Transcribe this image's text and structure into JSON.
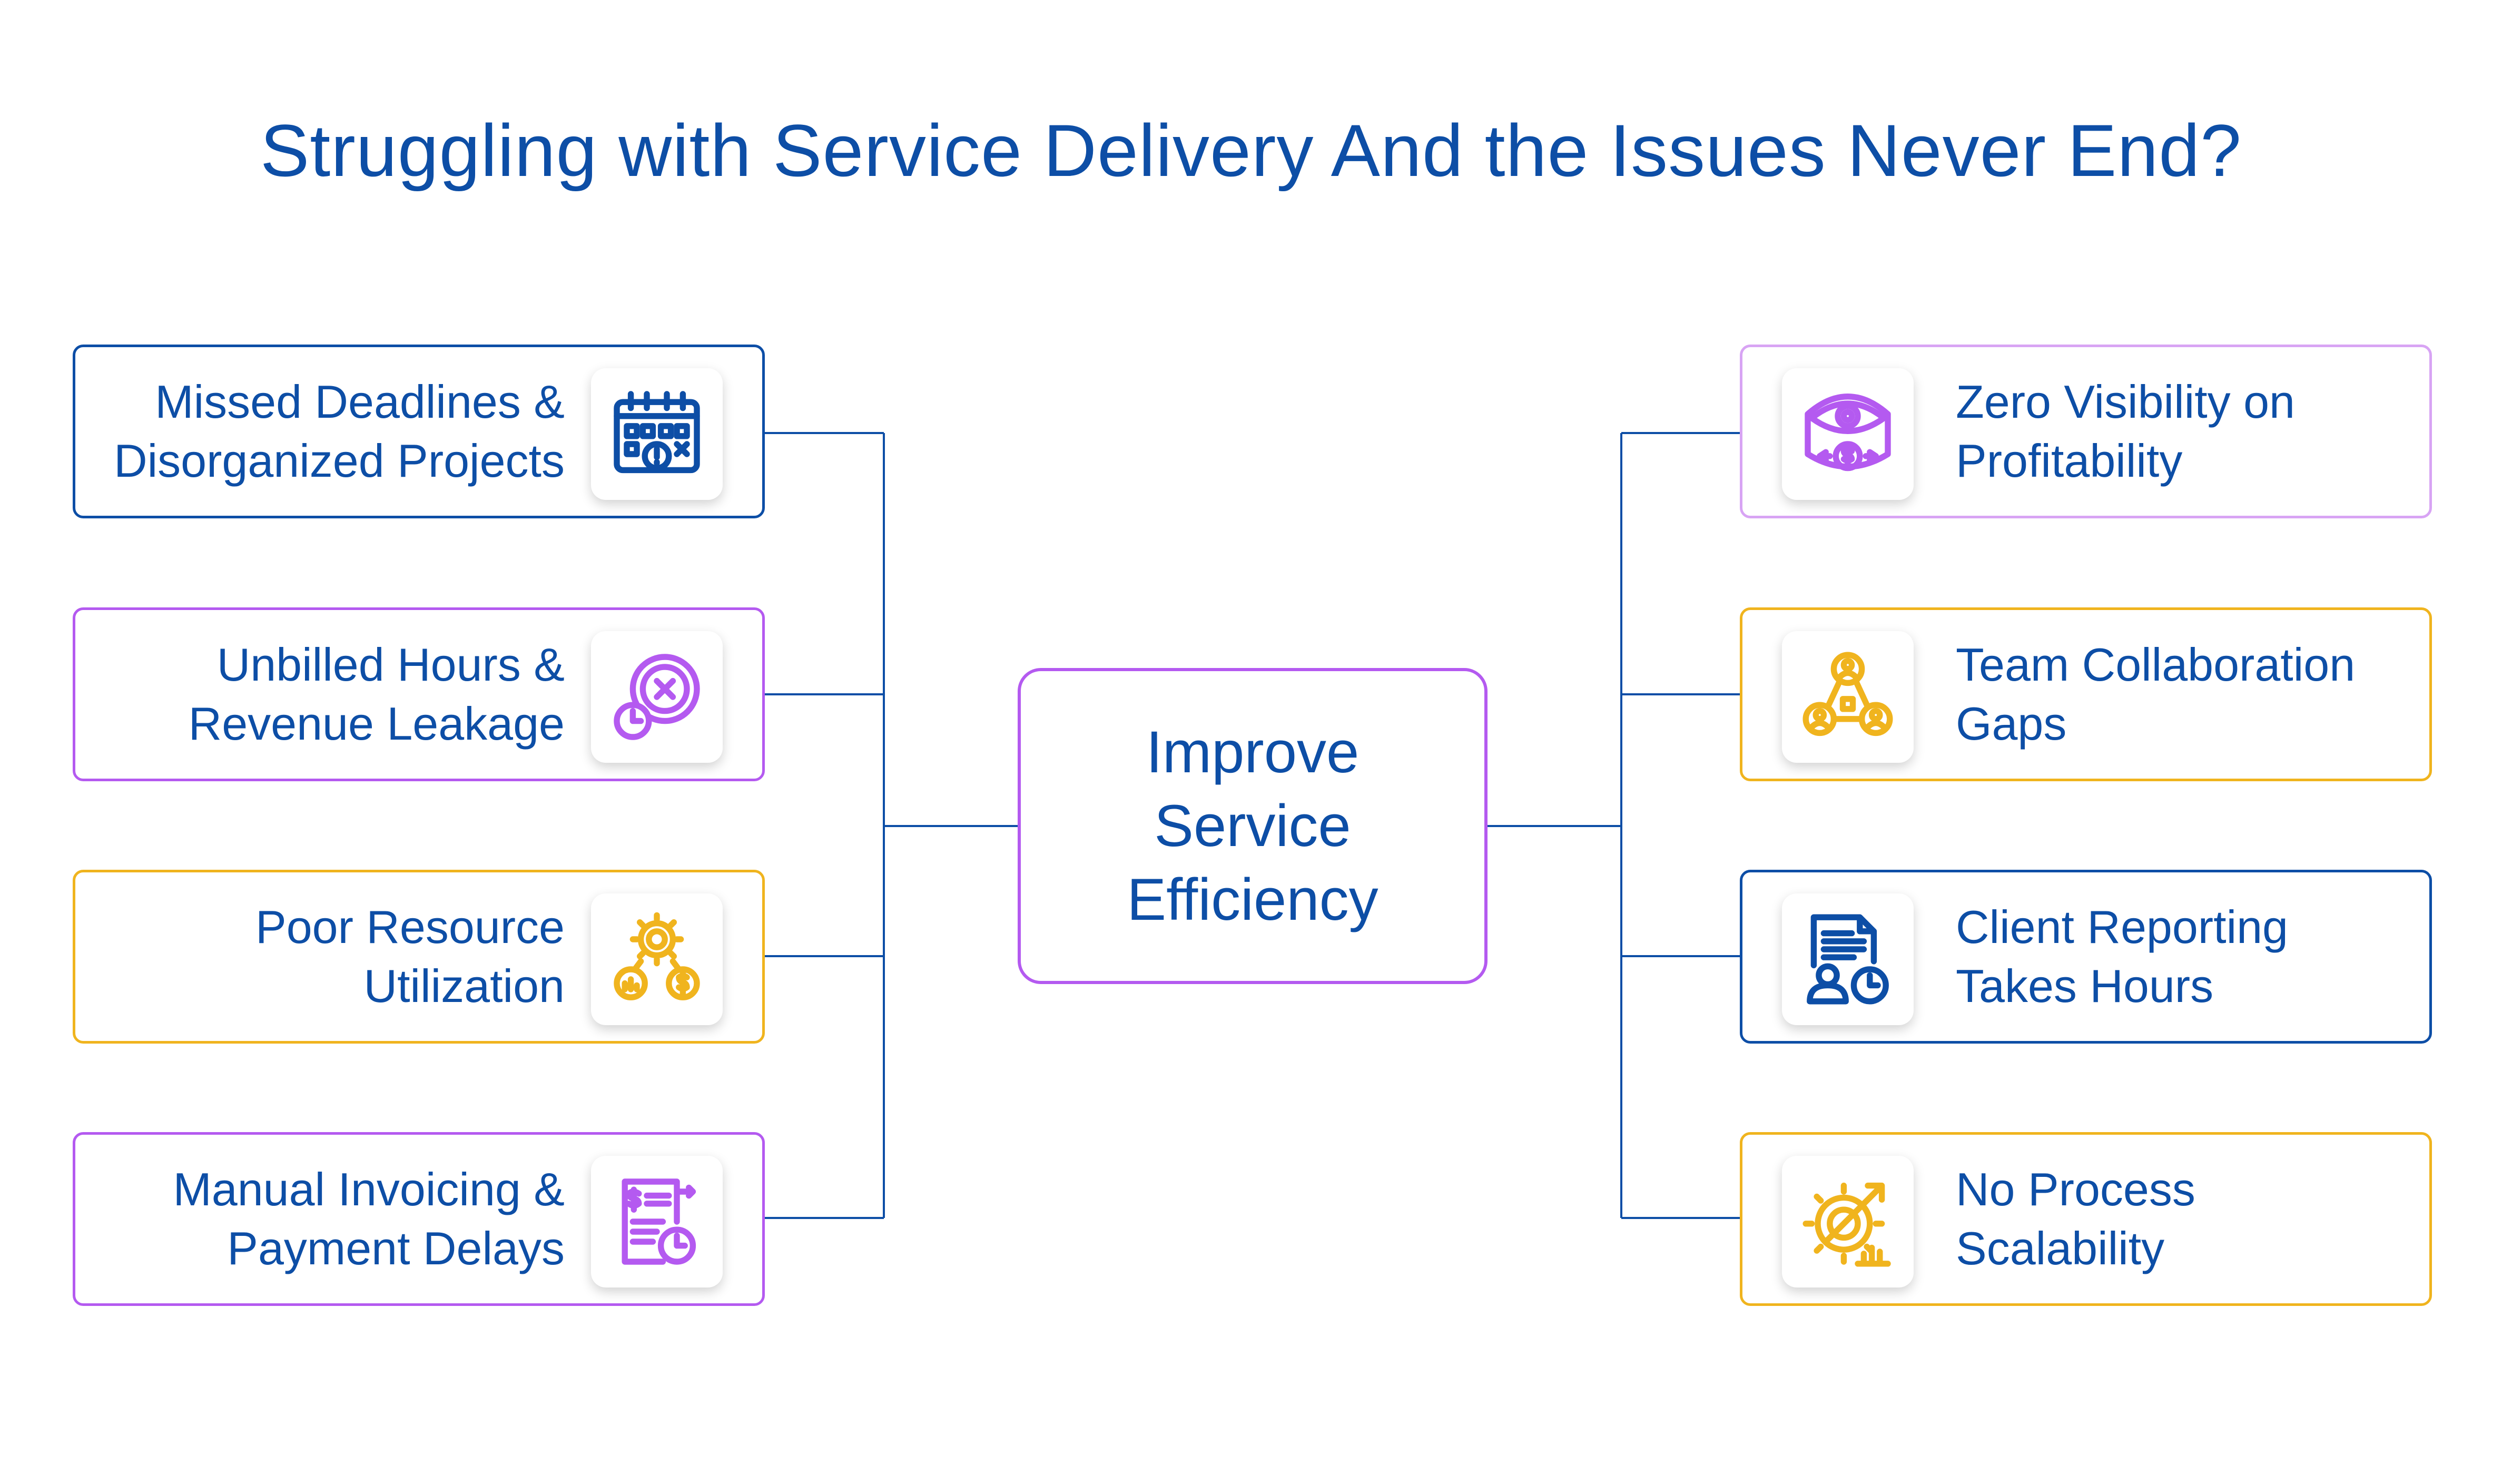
{
  "title": "Struggling with Service Delivery And the Issues Never End?",
  "center": {
    "lines": [
      "Improve",
      "Service",
      "Efficiency"
    ]
  },
  "colors": {
    "text": "#0d4ea6",
    "connector": "#0d4ea6",
    "purple": "#b45af0",
    "yellow": "#f0b41e",
    "blue": "#0d4ea6"
  },
  "left_items": [
    {
      "lines": [
        "Missed Deadlines &",
        "Disorganized Projects"
      ],
      "icon": "calendar-alert-icon",
      "border": "blue"
    },
    {
      "lines": [
        "Unbilled Hours &",
        "Revenue Leakage"
      ],
      "icon": "revenue-leakage-clock-icon",
      "border": "purple"
    },
    {
      "lines": [
        "Poor Resource",
        "Utilization"
      ],
      "icon": "gear-resource-coins-icon",
      "border": "yellow"
    },
    {
      "lines": [
        "Manual Invoicing &",
        "Payment Delays"
      ],
      "icon": "invoice-clock-icon",
      "border": "purple"
    }
  ],
  "right_items": [
    {
      "lines": [
        "Zero Visibility on",
        "Profitability"
      ],
      "icon": "eye-dollar-icon",
      "border": "purple"
    },
    {
      "lines": [
        "Team Collaboration",
        "Gaps"
      ],
      "icon": "team-network-icon",
      "border": "yellow"
    },
    {
      "lines": [
        "Client Reporting",
        "Takes Hours"
      ],
      "icon": "report-user-clock-icon",
      "border": "blue"
    },
    {
      "lines": [
        "No Process",
        "Scalability"
      ],
      "icon": "gear-growth-icon",
      "border": "yellow"
    }
  ]
}
